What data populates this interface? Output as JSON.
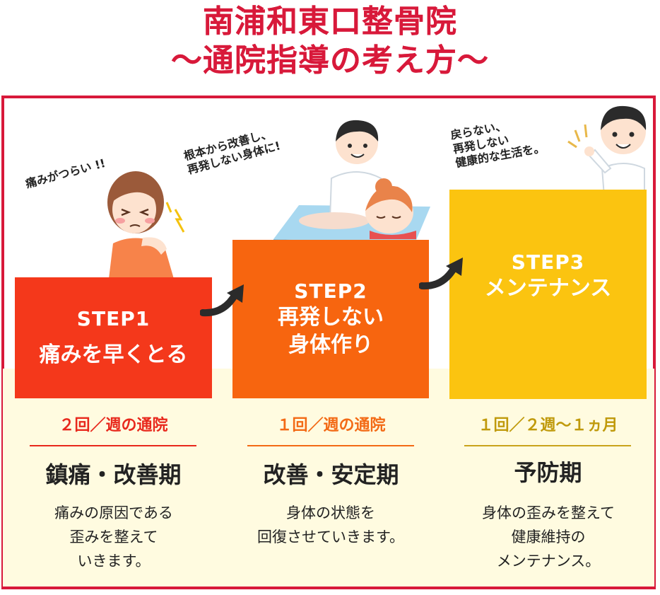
{
  "header": {
    "title_line1": "南浦和東口整骨院",
    "title_line2": "〜通院指導の考え方〜"
  },
  "colors": {
    "brand_red": "#d8193a",
    "step1": "#f4381b",
    "step2": "#f7650f",
    "step3": "#fbc410",
    "cream": "#fffbe0"
  },
  "steps": [
    {
      "speech": [
        "痛みがつらい !!"
      ],
      "step_label": "STEP1",
      "step_text": [
        "痛みを早くとる"
      ],
      "frequency": "２回／週の通院",
      "period": "鎮痛・改善期",
      "description": [
        "痛みの原因である",
        "歪みを整えて",
        "いきます。"
      ],
      "illustration": "woman-shoulder-pain"
    },
    {
      "speech": [
        "根本から改善し、",
        "再発しない身体に!"
      ],
      "step_label": "STEP2",
      "step_text": [
        "再発しない",
        "身体作り"
      ],
      "frequency": "１回／週の通院",
      "period": "改善・安定期",
      "description": [
        "身体の状態を",
        "回復させていきます。"
      ],
      "illustration": "therapist-massaging-patient"
    },
    {
      "speech": [
        "戻らない、",
        "再発しない",
        "健康的な生活を。"
      ],
      "step_label": "STEP3",
      "step_text": [
        "メンテナンス"
      ],
      "frequency": "１回／２週〜１ヵ月",
      "period": "予防期",
      "description": [
        "身体の歪みを整えて",
        "健康維持の",
        "メンテナンス。"
      ],
      "illustration": "therapist-pointing"
    }
  ],
  "arrows": [
    "arrow-step1-to-step2",
    "arrow-step2-to-step3"
  ]
}
